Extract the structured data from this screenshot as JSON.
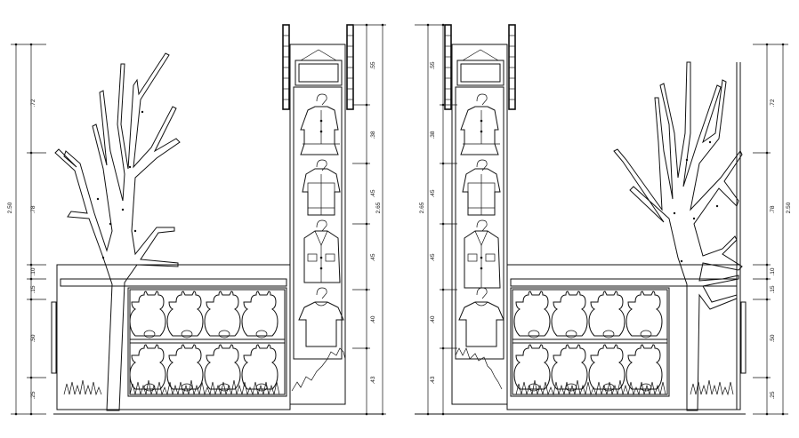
{
  "left_elevation": {
    "left_dimensions": [
      ".72",
      "2.50",
      ".78",
      ".10",
      ".15",
      ".50",
      ".25"
    ],
    "right_dimensions": [
      ".55",
      ".38",
      ".45",
      "2.65",
      ".45",
      ".40",
      ".43"
    ]
  },
  "right_elevation": {
    "left_dimensions": [
      ".55",
      ".38",
      "2.65",
      ".45",
      ".45",
      ".40",
      ".43"
    ],
    "right_dimensions": [
      ".72",
      ".78",
      "2.50",
      ".10",
      ".15",
      ".50",
      ".25"
    ]
  }
}
